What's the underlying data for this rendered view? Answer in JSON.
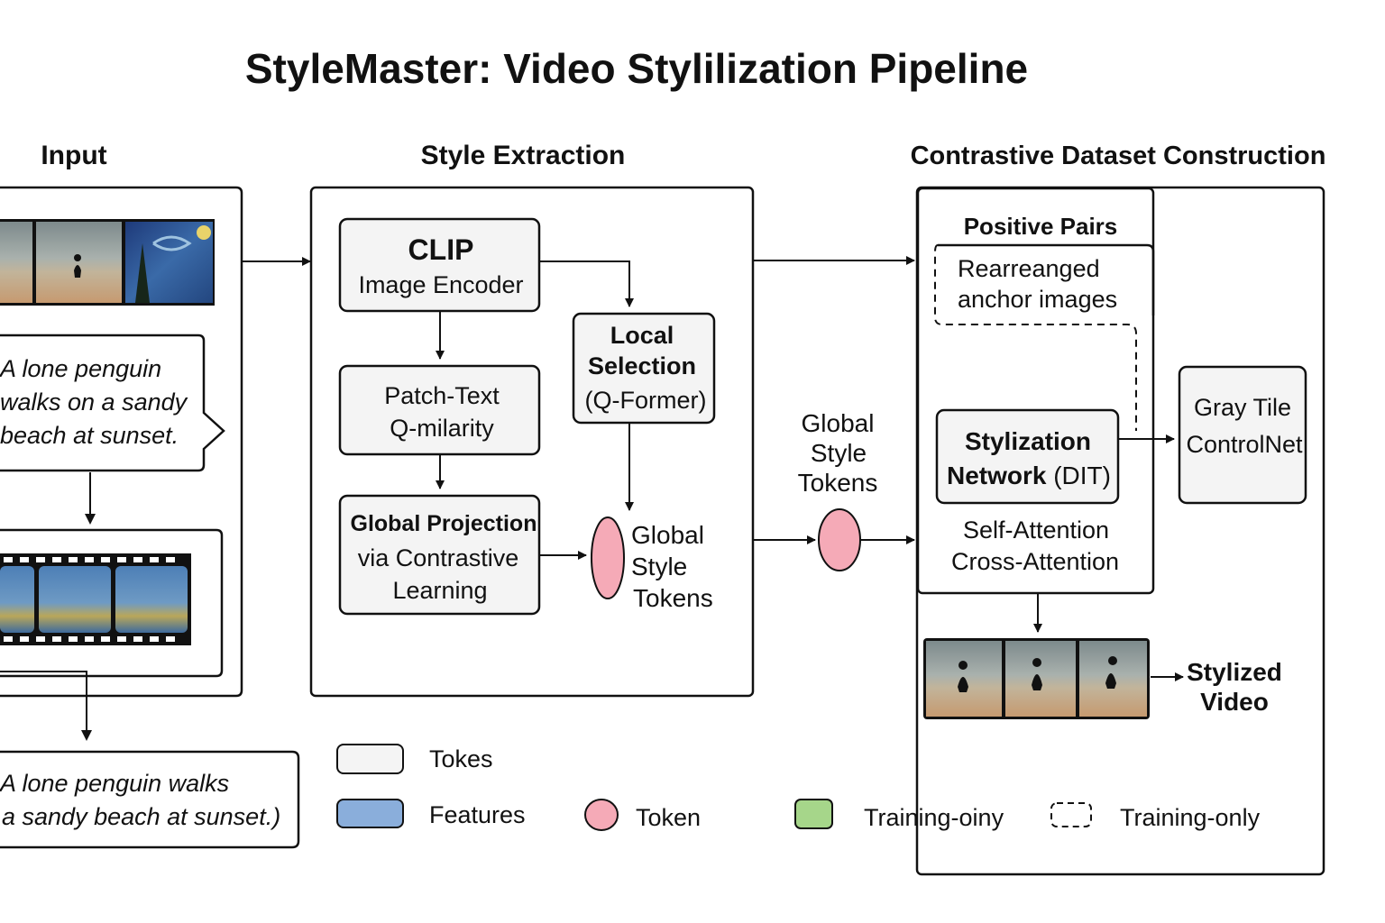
{
  "title": "StyleMaster: Video Stylilization Pipeline",
  "sections": {
    "input": "Input",
    "style_extraction": "Style Extraction",
    "contrastive": "Contrastive Dataset Construction"
  },
  "input": {
    "caption_lines": [
      "A lone penguin",
      "walks on a sandy",
      "beach at sunset."
    ],
    "bottom_caption_lines": [
      "A lone penguin walks",
      "a sandy beach at sunset.)"
    ]
  },
  "style": {
    "clip_title": "CLIP",
    "clip_sub": "Image Encoder",
    "patch_lines": [
      "Patch-Text",
      "Q-milarity"
    ],
    "global_proj_lines": [
      "Global Projection",
      "via Contrastive",
      "Learning"
    ],
    "local_lines": [
      "Local",
      "Selection",
      "(Q-Former)"
    ],
    "gst_lines": [
      "Global",
      "Style",
      "Tokens"
    ]
  },
  "middle": {
    "gst_lines": [
      "Global",
      "Style",
      "Tokens"
    ]
  },
  "contrastive": {
    "positive_pairs": "Positive Pairs",
    "rearranged_lines": [
      "Rearreanged",
      "anchor images"
    ],
    "stylization_line1": "Stylization",
    "stylization_line2a": "Network",
    "stylization_line2b": "(DIT)",
    "attention_lines": [
      "Self-Attention",
      "Cross-Attention"
    ],
    "gray_tile_lines": [
      "Gray Tile",
      "ControlNet"
    ],
    "stylized_video_lines": [
      "Stylized",
      "Video"
    ]
  },
  "legend": {
    "tokens": "Tokes",
    "features": "Features",
    "token": "Token",
    "training_oiny": "Training-oiny",
    "training_only": "Training-only"
  },
  "colors": {
    "token_pink": "#f5aab7",
    "features_blue": "#8aaedb",
    "training_green": "#a6d68a",
    "box_fill": "#f4f4f4"
  }
}
